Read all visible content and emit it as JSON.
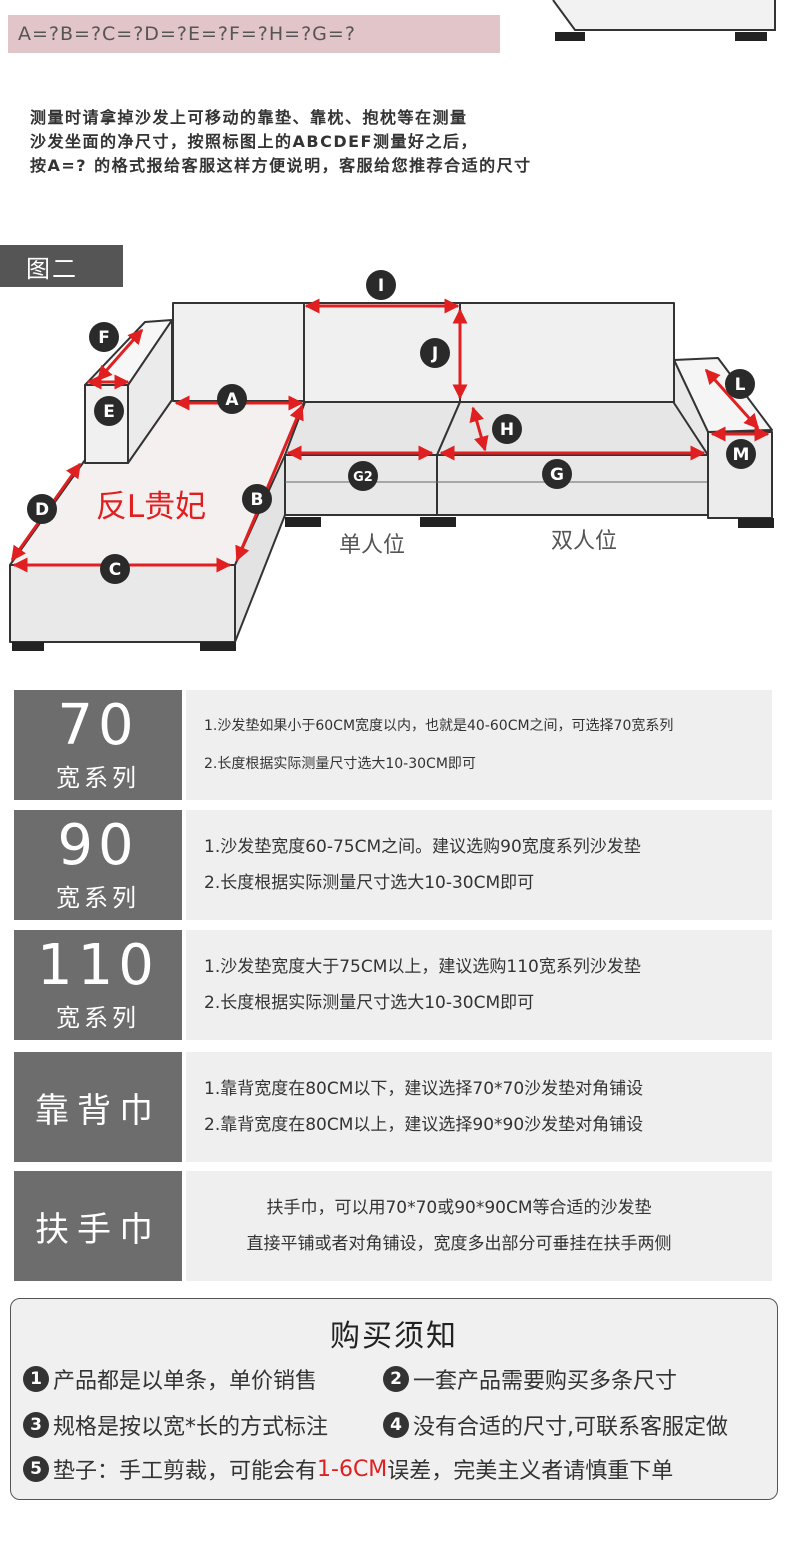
{
  "formula": "A=?B=?C=?D=?E=?F=?H=?G=?",
  "instructions": [
    "测量时请拿掉沙发上可移动的靠垫、靠枕、抱枕等在测量",
    "沙发坐面的净尺寸，按照标图上的ABCDEF测量好之后，",
    "按A=? 的格式报给客服这样方便说明，客服给您推荐合适的尺寸"
  ],
  "figure_label": "图二",
  "diagram": {
    "title": "反L贵妃",
    "single_seat": "单人位",
    "double_seat": "双人位",
    "markers": [
      "I",
      "J",
      "F",
      "E",
      "A",
      "D",
      "B",
      "C",
      "H",
      "G2",
      "G",
      "L",
      "M"
    ]
  },
  "series": [
    {
      "number": "70",
      "caption": "宽系列",
      "lines": [
        "1.沙发垫如果小于60CM宽度以内，也就是40-60CM之间，可选择70宽系列",
        "2.长度根据实际测量尺寸选大10-30CM即可"
      ]
    },
    {
      "number": "90",
      "caption": "宽系列",
      "lines": [
        "1.沙发垫宽度60-75CM之间。建议选购90宽度系列沙发垫",
        "2.长度根据实际测量尺寸选大10-30CM即可"
      ]
    },
    {
      "number": "110",
      "caption": "宽系列",
      "lines": [
        "1.沙发垫宽度大于75CM以上，建议选购110宽系列沙发垫",
        "2.长度根据实际测量尺寸选大10-30CM即可"
      ]
    },
    {
      "title": "靠背巾",
      "lines": [
        "1.靠背宽度在80CM以下，建议选择70*70沙发垫对角铺设",
        "2.靠背宽度在80CM以上，建议选择90*90沙发垫对角铺设"
      ]
    },
    {
      "title": "扶手巾",
      "lines": [
        "扶手巾，可以用70*70或90*90CM等合适的沙发垫",
        "直接平铺或者对角铺设，宽度多出部分可垂挂在扶手两侧"
      ]
    }
  ],
  "notes": {
    "title": "购买须知",
    "items": [
      {
        "num": "1",
        "text": "产品都是以单条，单价销售"
      },
      {
        "num": "2",
        "text": "一套产品需要购买多条尺寸"
      },
      {
        "num": "3",
        "text": "规格是按以宽*长的方式标注"
      },
      {
        "num": "4",
        "text": "没有合适的尺寸,可联系客服定做"
      },
      {
        "num": "5",
        "text_before": "垫子：手工剪裁，可能会有",
        "text_red": "1-6CM",
        "text_after": "误差，完美主义者请慎重下单"
      }
    ]
  },
  "colors": {
    "banner": "#e2c5c8",
    "badge": "#6d6d6d",
    "panel": "#efefef",
    "arrow": "#e02020",
    "marker": "#2a2a2a",
    "title_red": "#e02020"
  }
}
